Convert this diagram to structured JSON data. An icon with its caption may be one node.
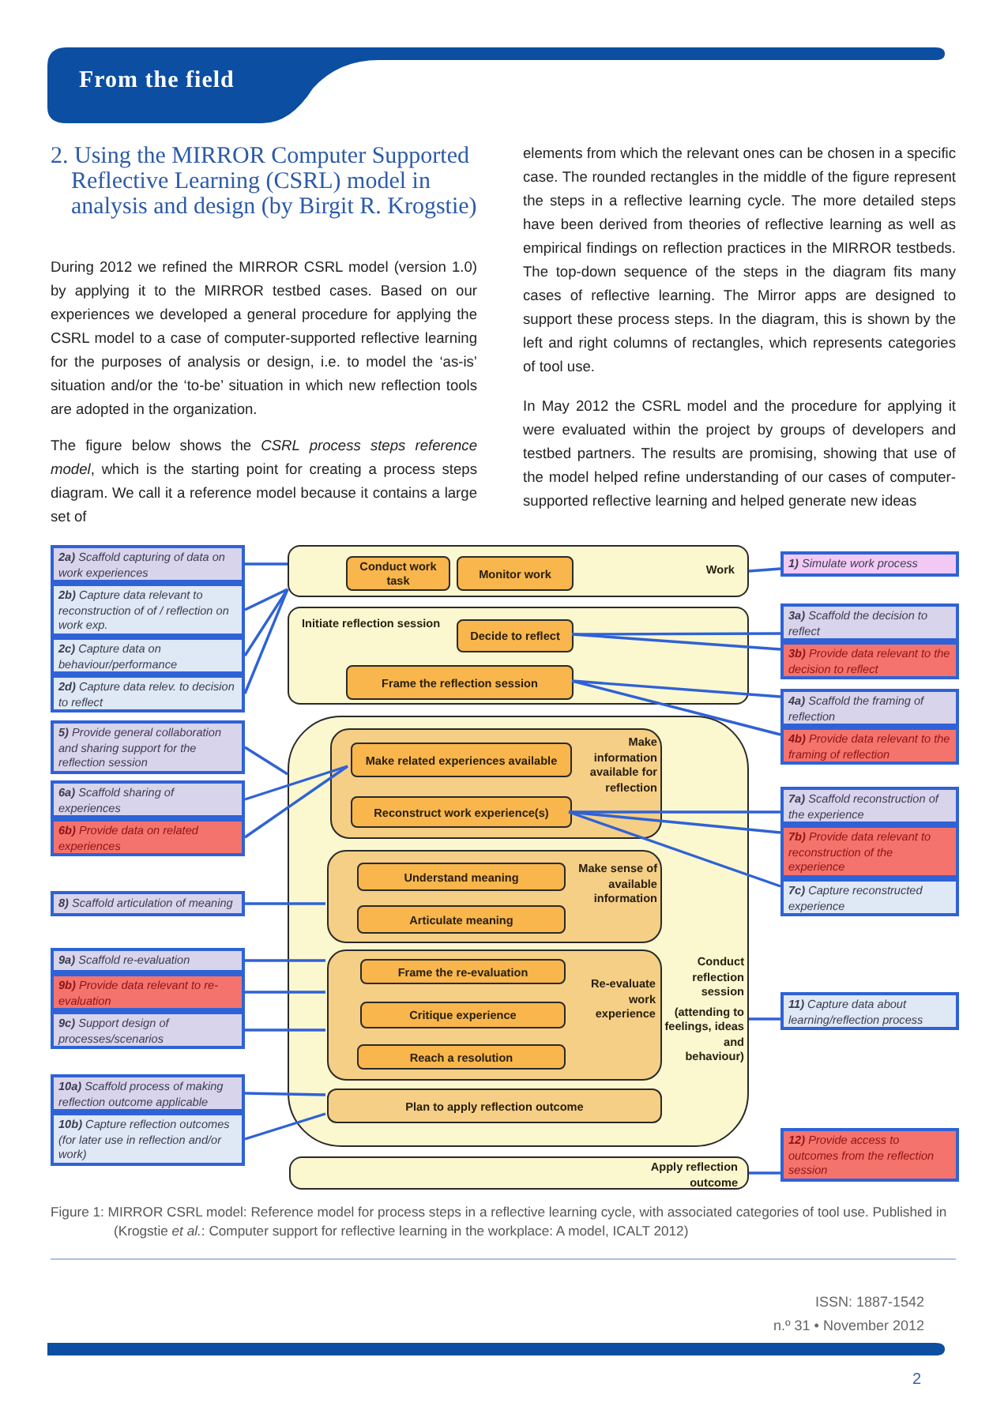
{
  "diagram": {
    "title": "2. Using the MIRROR Computer Supported Reflective Learning (CSRL) model in analysis and design (by Birgit R. Krogstie)",
    "caption": "Figure 1: MIRROR CSRL model: Reference model for process steps in a reflective learning cycle, with associated categories of tool use. Published in (Krogstie *et al.*: Computer support for reflective learning in the workplace: A model, ICALT 2012)",
    "nodes": [
      {
        "text": [
          "**2a)** Scaffold capturing of data on work experiences"
        ]
      },
      {
        "text": [
          "**2b)** Capture data relevant to reconstruction of of / reflection on work exp."
        ]
      },
      {
        "text": [
          "**2c)** Capture data on behaviour/performance"
        ]
      },
      {
        "text": [
          "**2d)** Capture data relev. to decision to reflect"
        ]
      },
      {
        "text": [
          "**5)** Provide general collaboration and sharing support for the reflection session"
        ]
      },
      {
        "text": [
          "**6a)** Scaffold sharing of experiences"
        ]
      },
      {
        "text": [
          "**6b)** Provide data on related experiences"
        ]
      },
      {
        "text": [
          "**8)** Scaffold articulation of meaning"
        ]
      },
      {
        "text": [
          "**9a)** Scaffold re-evaluation"
        ]
      },
      {
        "text": [
          "**9b)** Provide data relevant to re-evaluation"
        ]
      },
      {
        "text": [
          "**9c)** Support design of processes/scenarios"
        ]
      },
      {
        "text": [
          "**10a)** Scaffold process of making reflection outcome applicable"
        ]
      },
      {
        "text": [
          "**10b)** Capture reflection outcomes (for later use in reflection and/or work)"
        ]
      },
      {
        "text": [
          "Work"
        ]
      },
      {
        "text": [
          "Conduct work task"
        ],
        "in": 13
      },
      {
        "text": [
          "Monitor work"
        ],
        "in": 13
      },
      {
        "text": [
          "Initiate reflection session"
        ]
      },
      {
        "text": [
          "Decide to reflect"
        ],
        "in": 16
      },
      {
        "text": [
          "Frame the reflection session"
        ],
        "in": 16
      },
      {
        "text": [
          "Conduct reflection session",
          "(attending to feelings, ideas and behaviour)"
        ]
      },
      {
        "text": [
          "Make information available for reflection"
        ],
        "in": 19
      },
      {
        "text": [
          "Make related experiences available"
        ],
        "in": 20
      },
      {
        "text": [
          "Reconstruct work experience(s)"
        ],
        "in": 20
      },
      {
        "text": [
          "Make sense of available information"
        ],
        "in": 19
      },
      {
        "text": [
          "Understand meaning"
        ],
        "in": 23
      },
      {
        "text": [
          "Articulate meaning"
        ],
        "in": 23
      },
      {
        "text": [
          "Re-evaluate work experience"
        ],
        "in": 19
      },
      {
        "text": [
          "Frame the re-evaluation"
        ],
        "in": 26
      },
      {
        "text": [
          "Critique experience"
        ],
        "in": 26
      },
      {
        "text": [
          "Reach a resolution"
        ],
        "in": 26
      },
      {
        "text": [
          "Plan to apply reflection outcome"
        ],
        "in": 19
      },
      {
        "text": [
          "Apply reflection outcome"
        ]
      },
      {
        "text": [
          "**1)** Simulate work process"
        ]
      },
      {
        "text": [
          "**3a)** Scaffold the decision to reflect"
        ]
      },
      {
        "text": [
          "**3b)** Provide data relevant to the decision to reflect"
        ]
      },
      {
        "text": [
          "**4a)** Scaffold the framing of reflection"
        ]
      },
      {
        "text": [
          "**4b)** Provide data relevant to the framing of reflection"
        ]
      },
      {
        "text": [
          "**7a)** Scaffold reconstruction of the experience"
        ]
      },
      {
        "text": [
          "**7b)** Provide data relevant to reconstruction of the experience"
        ]
      },
      {
        "text": [
          "**7c)** Capture reconstructed experience"
        ]
      },
      {
        "text": [
          "**11)** Capture data about learning/reflection process"
        ]
      },
      {
        "text": [
          "**12)** Provide access to outcomes from the reflection session"
        ]
      }
    ],
    "edges": [
      {
        "from": 0,
        "to": 13,
        "arrow": "none"
      },
      {
        "from": 1,
        "to": 13,
        "arrow": "none"
      },
      {
        "from": 2,
        "to": 13,
        "arrow": "none"
      },
      {
        "from": 3,
        "to": 13,
        "arrow": "none"
      },
      {
        "from": 4,
        "to": 19,
        "arrow": "none"
      },
      {
        "from": 5,
        "to": 21,
        "arrow": "none"
      },
      {
        "from": 6,
        "to": 21,
        "arrow": "none"
      },
      {
        "from": 7,
        "to": 23,
        "arrow": "none"
      },
      {
        "from": 8,
        "to": 26,
        "arrow": "none"
      },
      {
        "from": 9,
        "to": 26,
        "arrow": "none"
      },
      {
        "from": 10,
        "to": 26,
        "arrow": "none"
      },
      {
        "from": 11,
        "to": 30,
        "arrow": "none"
      },
      {
        "from": 12,
        "to": 30,
        "arrow": "none"
      },
      {
        "from": 13,
        "to": 32,
        "arrow": "none"
      },
      {
        "from": 17,
        "to": 33,
        "arrow": "none"
      },
      {
        "from": 17,
        "to": 34,
        "arrow": "none"
      },
      {
        "from": 18,
        "to": 35,
        "arrow": "none"
      },
      {
        "from": 18,
        "to": 36,
        "arrow": "none"
      },
      {
        "from": 22,
        "to": 37,
        "arrow": "none"
      },
      {
        "from": 22,
        "to": 38,
        "arrow": "none"
      },
      {
        "from": 22,
        "to": 39,
        "arrow": "none"
      },
      {
        "from": 19,
        "to": 40,
        "arrow": "none"
      },
      {
        "from": 31,
        "to": 41,
        "arrow": "none"
      }
    ],
    "labels": [
      "From the field",
      "During 2012 we refined the MIRROR CSRL model (version 1.0) by applying it to the MIRROR testbed cases. Based on our experiences we developed a general procedure for applying the CSRL model to a case of computer-supported reflective learning for the purposes of analysis or design, i.e. to model the ‘as-is’ situation and/or the ‘to-be’ situation in which new reflection tools are adopted in the organization.",
      "The figure below shows the *CSRL process steps reference model*, which is the starting point for creating a process steps diagram. We call it a reference model because it contains a large set of",
      "elements from which the relevant ones can be chosen in a specific case. The rounded rectangles in the middle of the figure represent the steps in a reflective learning cycle. The more detailed steps have been derived from theories of reflective learning as well as empirical findings on reflection practices in the MIRROR testbeds. The top-down sequence of the steps in the diagram fits many cases of reflective learning. The Mirror apps are designed to support these process steps. In the diagram, this is shown by the left and right columns of rectangles, which represents categories of tool use.",
      "In May 2012 the CSRL model and the procedure for applying it were evaluated within the project by groups of developers and testbed partners. The results are promising, showing that use of the model helped refine understanding of our cases of computer-supported reflective learning and helped generate new ideas",
      "ISSN: 1887-1542",
      "n.º 31 • November 2012",
      "2"
    ]
  }
}
